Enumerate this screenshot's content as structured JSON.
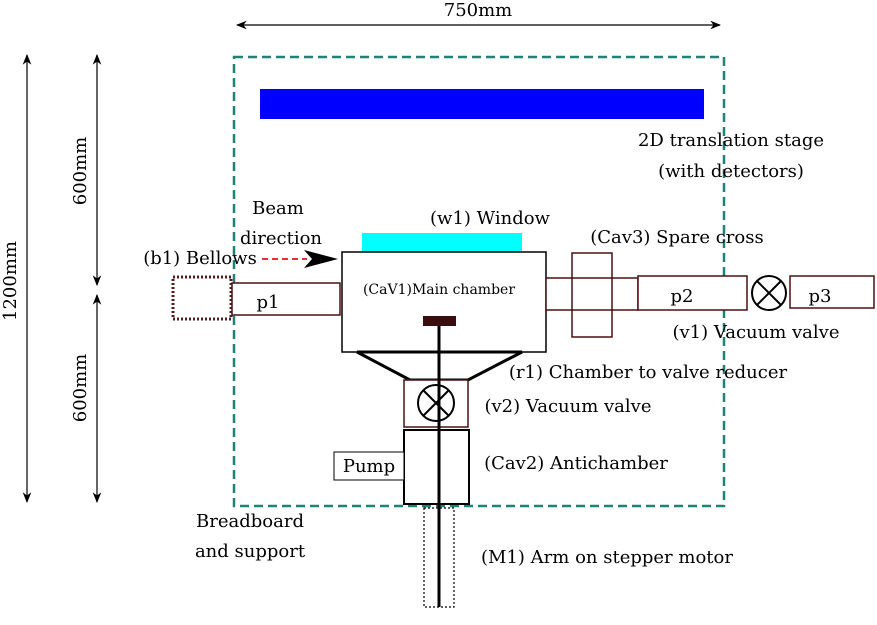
{
  "dimensions": {
    "width_label": "750mm",
    "height_total_label": "1200mm",
    "height_upper_label": "600mm",
    "height_lower_label": "600mm"
  },
  "colors": {
    "frame": "#1e8277",
    "stage": "#0000ff",
    "window": "#00ffff",
    "sample": "#3a0e0e",
    "beam_arrow": "#e83030",
    "dark_outline": "#4a1010"
  },
  "labels": {
    "stage_line1": "2D translation stage",
    "stage_line2": "(with detectors)",
    "beam_line1": "Beam",
    "beam_line2": "direction",
    "window": "(w1) Window",
    "bellows": "(b1) Bellows",
    "main_chamber": "(CaV1)Main chamber",
    "spare_cross": "(Cav3) Spare cross",
    "p1": "p1",
    "p2": "p2",
    "p3": "p3",
    "valve1": "(v1) Vacuum valve",
    "reducer": "(r1) Chamber to valve reducer",
    "valve2": "(v2) Vacuum valve",
    "pump": "Pump",
    "antichamber": "(Cav2) Antichamber",
    "breadboard_line1": "Breadboard",
    "breadboard_line2": "and support",
    "arm": "(M1) Arm on stepper motor"
  }
}
